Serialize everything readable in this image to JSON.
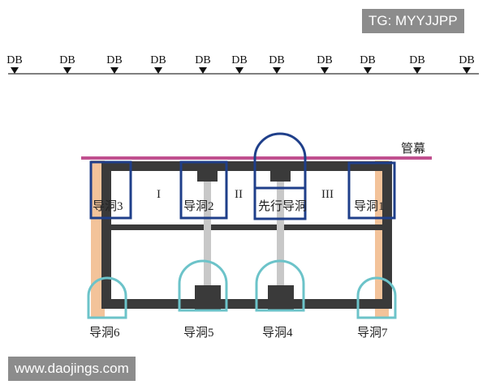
{
  "watermarks": {
    "top": "TG: MYYJJPP",
    "bottom": "www.daojings.com"
  },
  "ground": {
    "marker_label": "DB",
    "marker_count": 11
  },
  "labels": {
    "pipe_roof": "管幕",
    "zone_1": "I",
    "zone_2": "II",
    "zone_3": "III",
    "drift_3": "导洞3",
    "drift_2": "导洞2",
    "pilot_drift": "先行导洞",
    "drift_1": "导洞1",
    "drift_6": "导洞6",
    "drift_5": "导洞5",
    "drift_4": "导洞4",
    "drift_7": "导洞7"
  },
  "colors": {
    "pipe_roof": "#c0508f",
    "structure": "#3a3a3a",
    "upper_drift": "#1f3f8a",
    "lower_drift": "#6cc3c9",
    "side_wall": "#f3c39a",
    "column": "#c8c8c8"
  }
}
